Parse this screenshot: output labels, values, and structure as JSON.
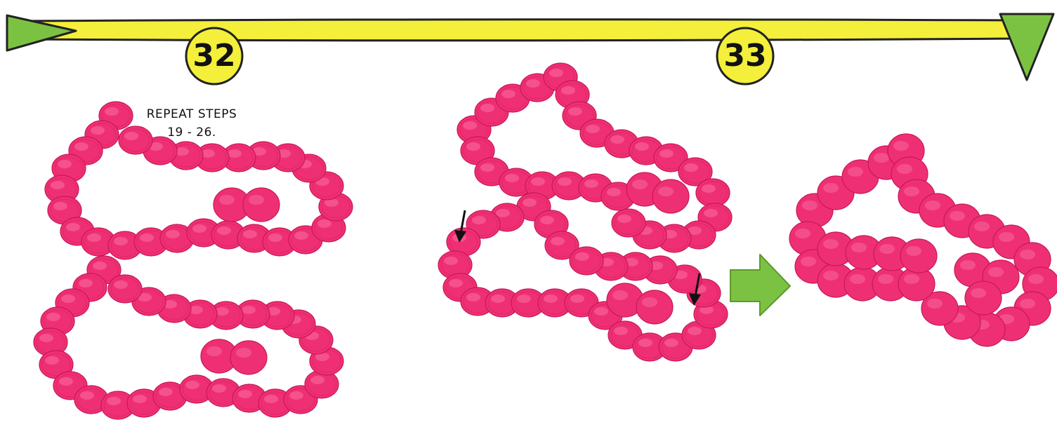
{
  "timeline": {
    "steps": [
      {
        "number": "32"
      },
      {
        "number": "33"
      }
    ]
  },
  "instructions": {
    "line1": "REPEAT STEPS",
    "line2": "19 - 26."
  },
  "colors": {
    "bar_yellow": "#f4ef3a",
    "arrow_green": "#7cc242",
    "outline": "#222222",
    "foam_pink": "#ef2f74",
    "foam_light": "#fa6ea0",
    "foam_dark": "#c71856"
  },
  "icons": [
    "start-triangle-icon",
    "end-triangle-icon",
    "next-arrow-icon",
    "pointer-arrow-icon"
  ]
}
